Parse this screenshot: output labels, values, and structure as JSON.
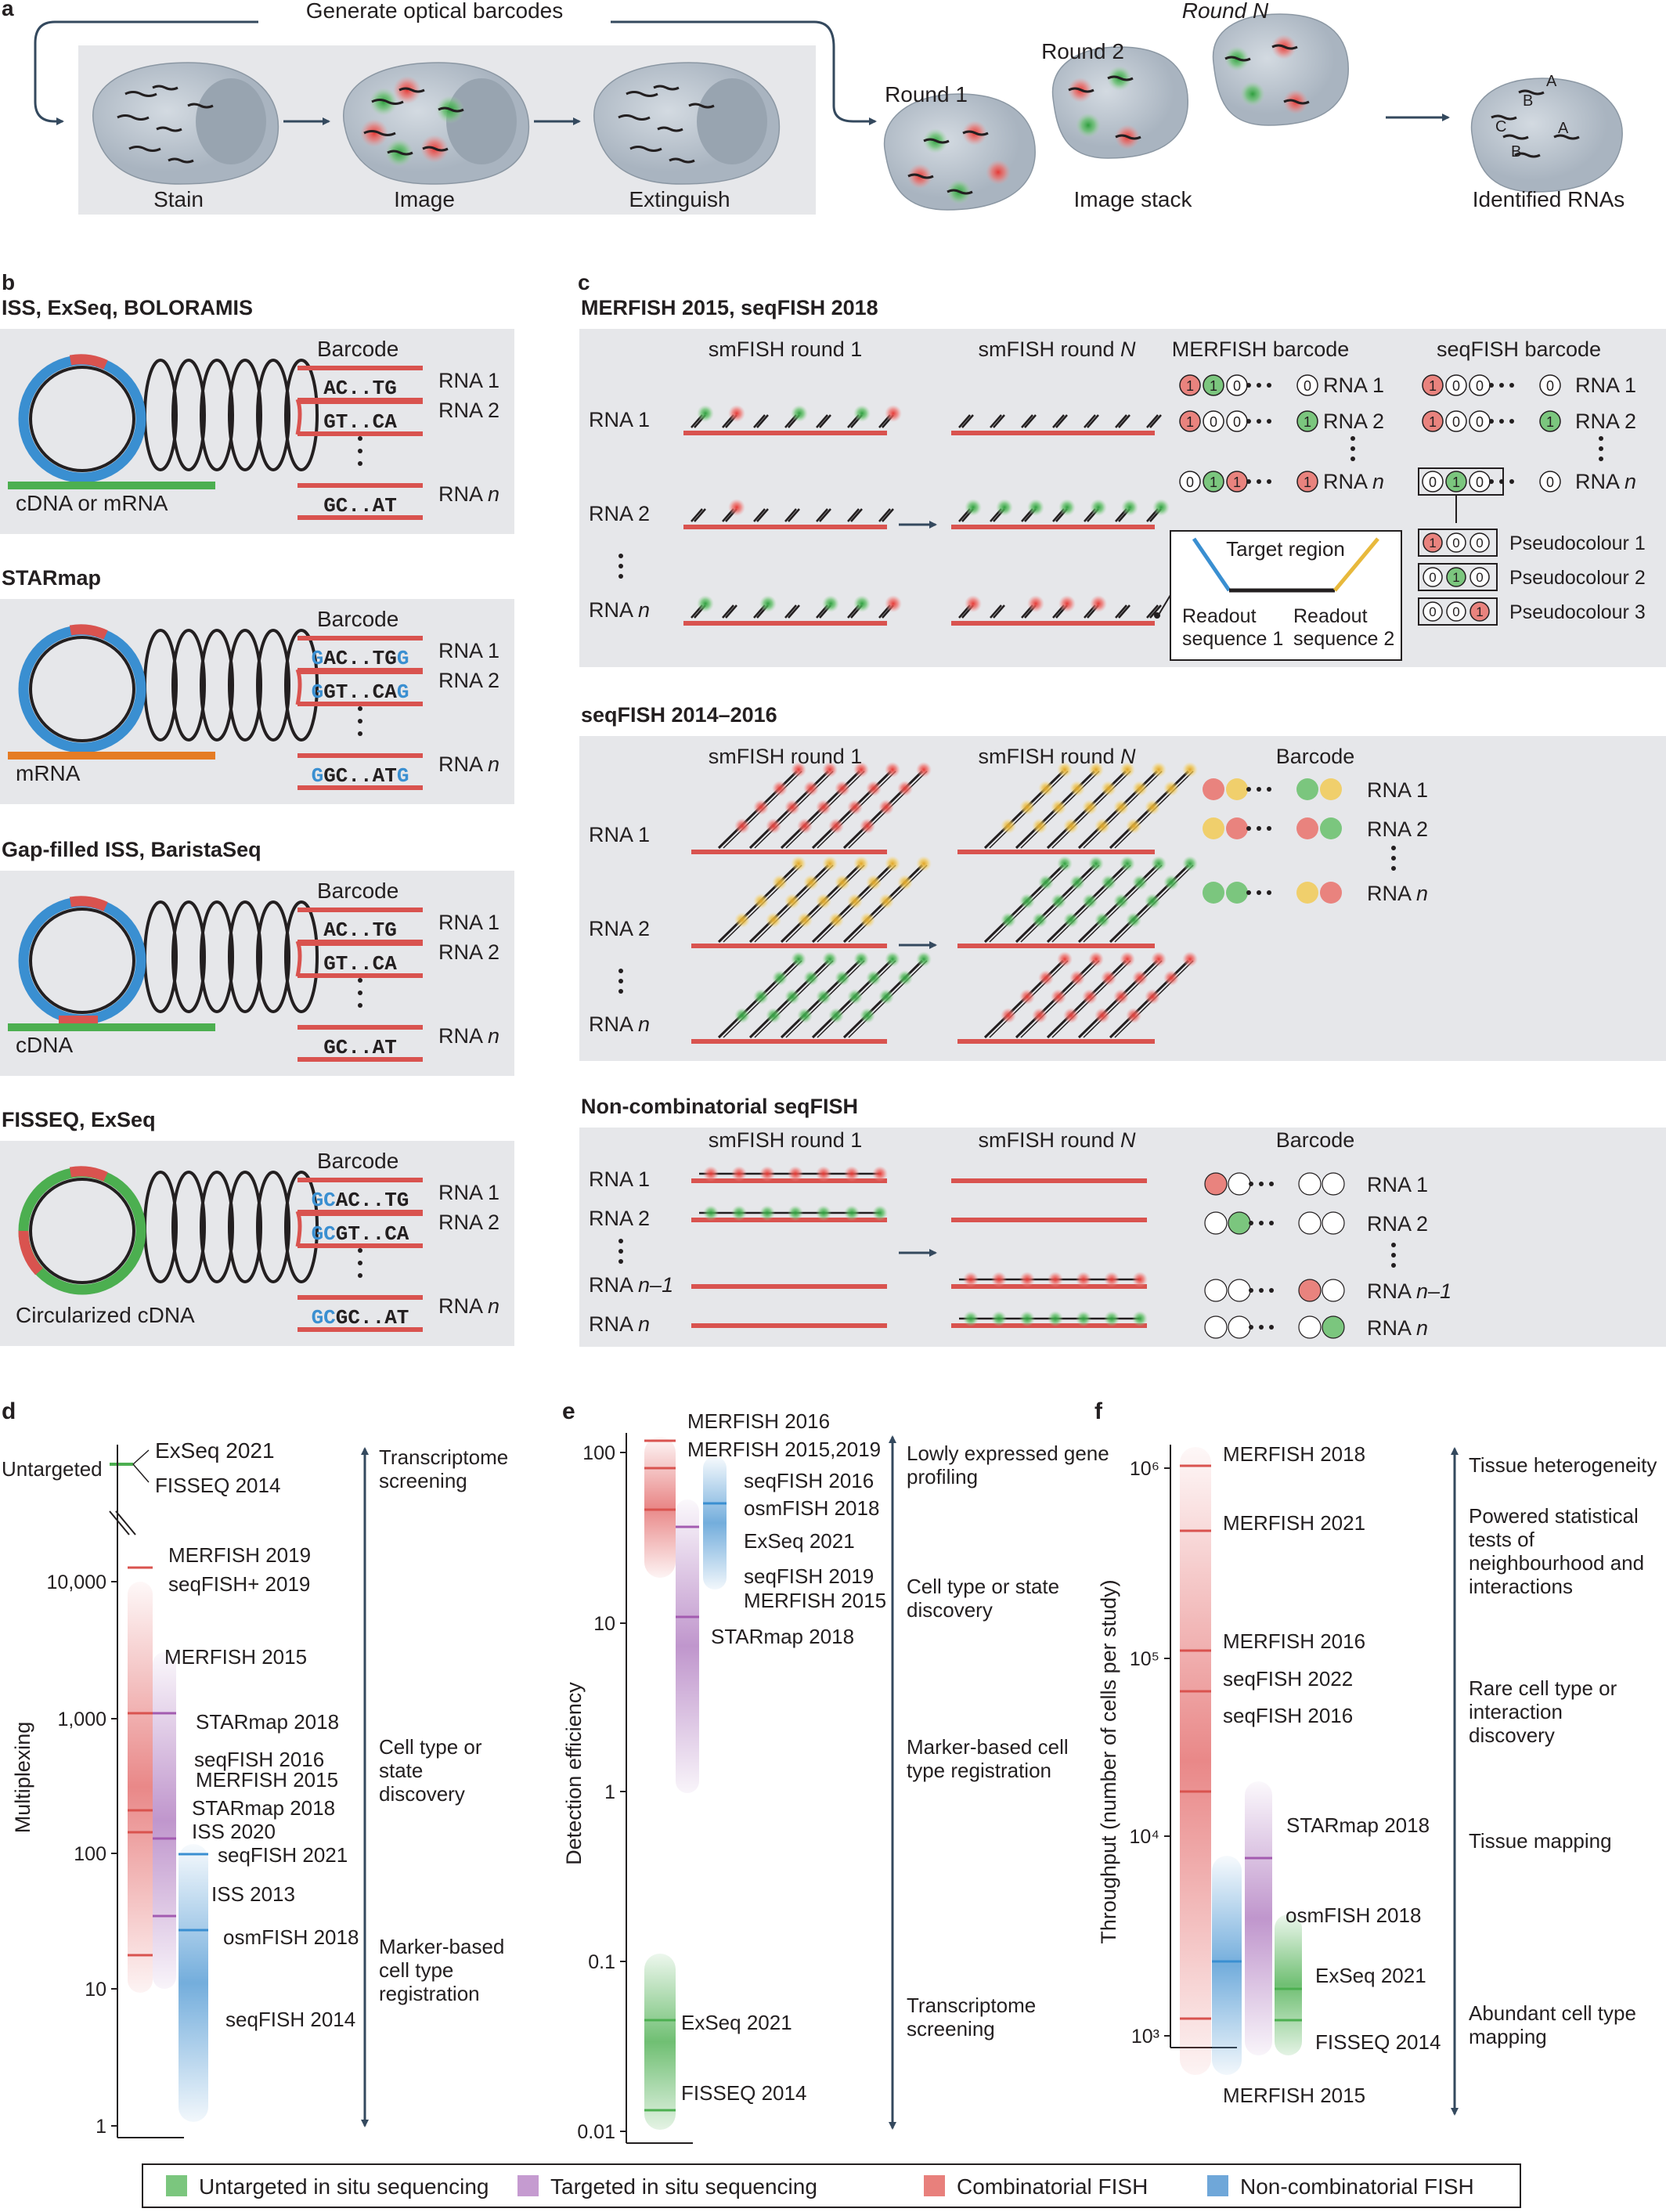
{
  "colors": {
    "panel_bg": "#e6e7ea",
    "red": "#d9534f",
    "blue": "#3a8fd1",
    "green": "#4caf50",
    "purple": "#a35bb0",
    "yellow": "#e8b93c",
    "navy": "#34495e",
    "cell": "#b8c2cd"
  },
  "panel_a": {
    "label": "a",
    "loop_label": "Generate optical barcodes",
    "steps": [
      "Stain",
      "Image",
      "Extinguish"
    ],
    "round1": "Round 1",
    "round2": "Round 2",
    "roundN": "Round N",
    "stack_label": "Image stack",
    "final_label": "Identified RNAs",
    "rna_letters": [
      "A",
      "B",
      "C",
      "B",
      "A"
    ]
  },
  "panel_b": {
    "label": "b",
    "barcode_header": "Barcode",
    "rna1": "RNA 1",
    "rna2": "RNA 2",
    "rnan": "RNA n",
    "methods": [
      {
        "title": "ISS, ExSeq, BOLORAMIS",
        "template": "cDNA or mRNA",
        "codes": [
          "AC..TG",
          "GT..CA",
          "GC..AT"
        ]
      },
      {
        "title": "STARmap",
        "template": "mRNA",
        "codes": [
          "GAC..TGG",
          "GGT..CAG",
          "GGC..ATG"
        ]
      },
      {
        "title": "Gap-filled ISS, BaristaSeq",
        "template": "cDNA",
        "codes": [
          "AC..TG",
          "GT..CA",
          "GC..AT"
        ]
      },
      {
        "title": "FISSEQ, ExSeq",
        "template": "Circularized cDNA",
        "codes": [
          "GCAC..TG",
          "GCGT..CA",
          "GCGC..AT"
        ]
      }
    ]
  },
  "panel_c": {
    "label": "c",
    "sections": [
      {
        "title": "MERFISH 2015, seqFISH 2018"
      },
      {
        "title": "seqFISH 2014–2016"
      },
      {
        "title": "Non-combinatorial seqFISH"
      }
    ],
    "round1": "smFISH round 1",
    "roundN": "smFISH round N",
    "merfish_barcode": "MERFISH barcode",
    "seqfish_barcode": "seqFISH barcode",
    "barcode": "Barcode",
    "rna1": "RNA 1",
    "rna2": "RNA 2",
    "rnan": "RNA n",
    "rnan1": "RNA n–1",
    "target_region": "Target region",
    "readout1": "Readout sequence 1",
    "readout2": "Readout sequence 2",
    "pseudo": [
      "Pseudocolour 1",
      "Pseudocolour 2",
      "Pseudocolour 3"
    ],
    "merfish_codes": [
      [
        "1",
        "1",
        "0",
        "0"
      ],
      [
        "1",
        "0",
        "0",
        "1"
      ],
      [
        "0",
        "1",
        "1",
        "1"
      ]
    ],
    "seqfish_codes": [
      [
        "1",
        "0",
        "0",
        "0"
      ],
      [
        "1",
        "0",
        "0",
        "1"
      ],
      [
        "0",
        "1",
        "0",
        "0"
      ]
    ],
    "pseudo_codes": [
      [
        "1",
        "0",
        "0"
      ],
      [
        "0",
        "1",
        "0"
      ],
      [
        "0",
        "0",
        "1"
      ]
    ]
  },
  "panel_d": {
    "label": "d",
    "ylabel": "Multiplexing",
    "ticks": [
      "1",
      "10",
      "100",
      "1,000",
      "10,000"
    ],
    "untargeted": "Untargeted",
    "labels": [
      "ExSeq 2021",
      "FISSEQ 2014",
      "MERFISH 2019",
      "seqFISH+ 2019",
      "MERFISH 2015",
      "STARmap 2018",
      "seqFISH 2016",
      "MERFISH 2015",
      "STARmap 2018",
      "ISS 2020",
      "seqFISH 2021",
      "ISS 2013",
      "osmFISH 2018",
      "seqFISH 2014"
    ],
    "arrow_labels": [
      "Transcriptome screening",
      "Cell type or state discovery",
      "Marker-based cell type registration"
    ]
  },
  "panel_e": {
    "label": "e",
    "ylabel": "Detection efficiency",
    "ticks": [
      "0.01",
      "0.1",
      "1",
      "10",
      "100"
    ],
    "labels": [
      "MERFISH 2016",
      "MERFISH 2015,2019",
      "seqFISH 2016",
      "osmFISH 2018",
      "ExSeq 2021",
      "seqFISH 2019",
      "MERFISH 2015",
      "STARmap 2018",
      "ExSeq 2021",
      "FISSEQ 2014"
    ],
    "arrow_labels": [
      "Lowly expressed gene profiling",
      "Cell type or state discovery",
      "Marker-based cell type registration",
      "Transcriptome screening"
    ]
  },
  "panel_f": {
    "label": "f",
    "ylabel": "Throughput (number of cells per study)",
    "ticks": [
      "10³",
      "10⁴",
      "10⁵",
      "10⁶"
    ],
    "labels": [
      "MERFISH 2018",
      "MERFISH 2021",
      "MERFISH 2016",
      "seqFISH 2022",
      "seqFISH 2016",
      "STARmap 2018",
      "osmFISH 2018",
      "ExSeq 2021",
      "FISSEQ 2014",
      "MERFISH 2015"
    ],
    "arrow_labels": [
      "Tissue heterogeneity",
      "Powered statistical tests of neighbourhood and interactions",
      "Rare cell type or interaction discovery",
      "Tissue mapping",
      "Abundant cell type mapping"
    ]
  },
  "legend": [
    "Untargeted in situ sequencing",
    "Targeted in situ sequencing",
    "Combinatorial FISH",
    "Non-combinatorial FISH"
  ]
}
